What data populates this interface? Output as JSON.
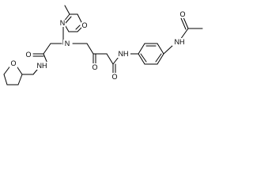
{
  "atom_labels": {
    "ring_o": "O",
    "ring_n": "N",
    "amine_n": "N",
    "glycine_o": "O",
    "glycine_nh": "NH",
    "thf_o": "O",
    "amide_o1": "O",
    "anilide_nh": "NH",
    "amide_o2": "O",
    "acetamide_nh": "NH",
    "acetyl_o": "O"
  }
}
